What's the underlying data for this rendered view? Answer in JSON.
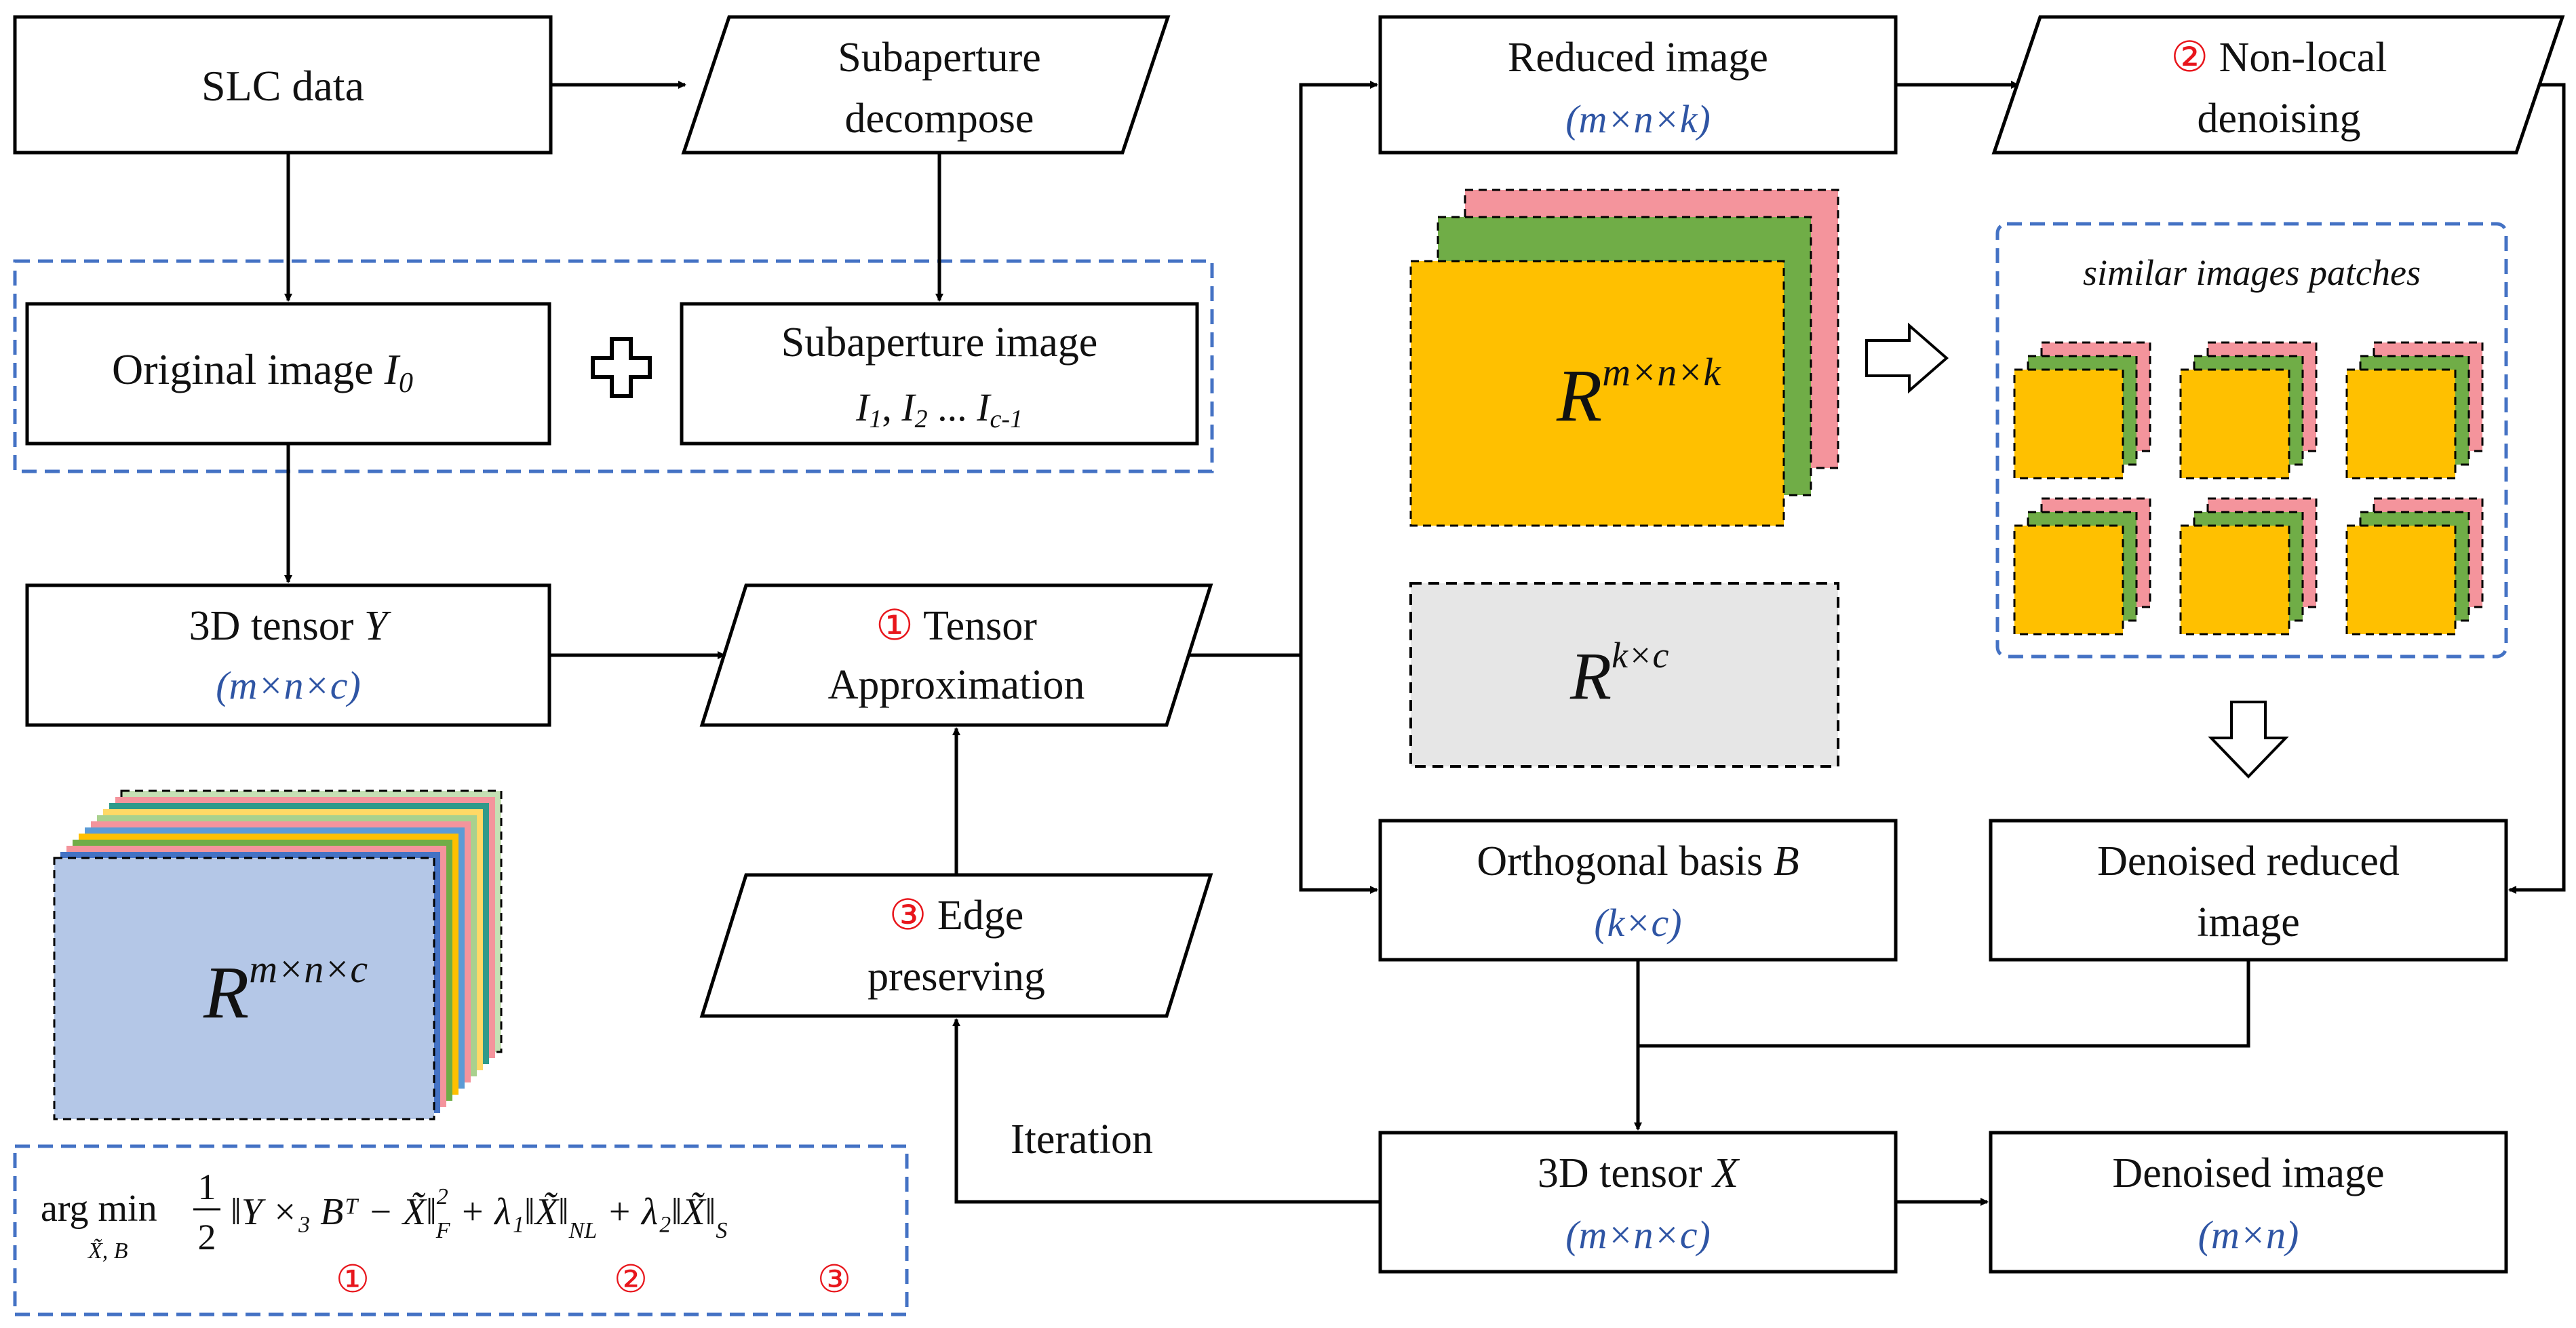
{
  "nodes": {
    "slc": {
      "line1": "SLC data"
    },
    "sub_decomp": {
      "line1": "Subaperture",
      "line2": "decompose"
    },
    "orig": {
      "text": "Original image ",
      "var": "I",
      "sub": "0"
    },
    "sub_img": {
      "line1": "Subaperture image",
      "i1": "I",
      "s1": "1",
      "i2": "I",
      "s2": "2",
      "dots": " ... ",
      "i3": "I",
      "s3": "c-1",
      "comma": ", "
    },
    "tensor_y": {
      "line1": "3D tensor ",
      "var": "Y",
      "dims": "(m×n×c)"
    },
    "tensor_approx": {
      "num": "①",
      "line1": " Tensor",
      "line2": "Approximation"
    },
    "edge": {
      "num": "③",
      "line1": " Edge",
      "line2": "preserving"
    },
    "reduced": {
      "line1": "Reduced image",
      "dims": "(m×n×k)"
    },
    "nonlocal": {
      "num": "②",
      "line1": " Non-local",
      "line2": "denoising"
    },
    "ortho": {
      "line1": "Orthogonal basis ",
      "var": "B",
      "dims": "(k×c)"
    },
    "denoised_reduced": {
      "line1": "Denoised reduced",
      "line2": "image"
    },
    "tensor_x": {
      "line1": "3D tensor ",
      "var": "X",
      "dims": "(m×n×c)"
    },
    "denoised": {
      "line1": "Denoised image",
      "dims": "(m×n)"
    }
  },
  "labels": {
    "iteration": "Iteration",
    "similar_patches": "similar images patches",
    "r_mnc_base": "R",
    "r_mnc_sup": "m×n×c",
    "r_mnk_base": "R",
    "r_mnk_sup": "m×n×k",
    "r_kc_base": "R",
    "r_kc_sup": "k×c"
  },
  "formula": {
    "argmin": "arg min",
    "argmin_sub": "X̃, B",
    "frac_num": "1",
    "frac_den": "2",
    "term1": "‖Y ×₃ Bᵀ − X̃‖",
    "term1_sup": "2",
    "term1_sub": "F",
    "plus1": " + λ₁‖X̃‖",
    "term2_sub": "NL",
    "plus2": " + λ₂‖X̃‖",
    "term3_sub": "S",
    "num1": "①",
    "num2": "②",
    "num3": "③"
  },
  "colors": {
    "accent_blue": "#2f55a4",
    "dash_blue": "#4472c4",
    "orange": "#ffc000",
    "green": "#70ad47",
    "pink": "#f4949c",
    "lightblue": "#b4c7e7",
    "gray": "#e6e6e6",
    "red": "#e8161c"
  }
}
